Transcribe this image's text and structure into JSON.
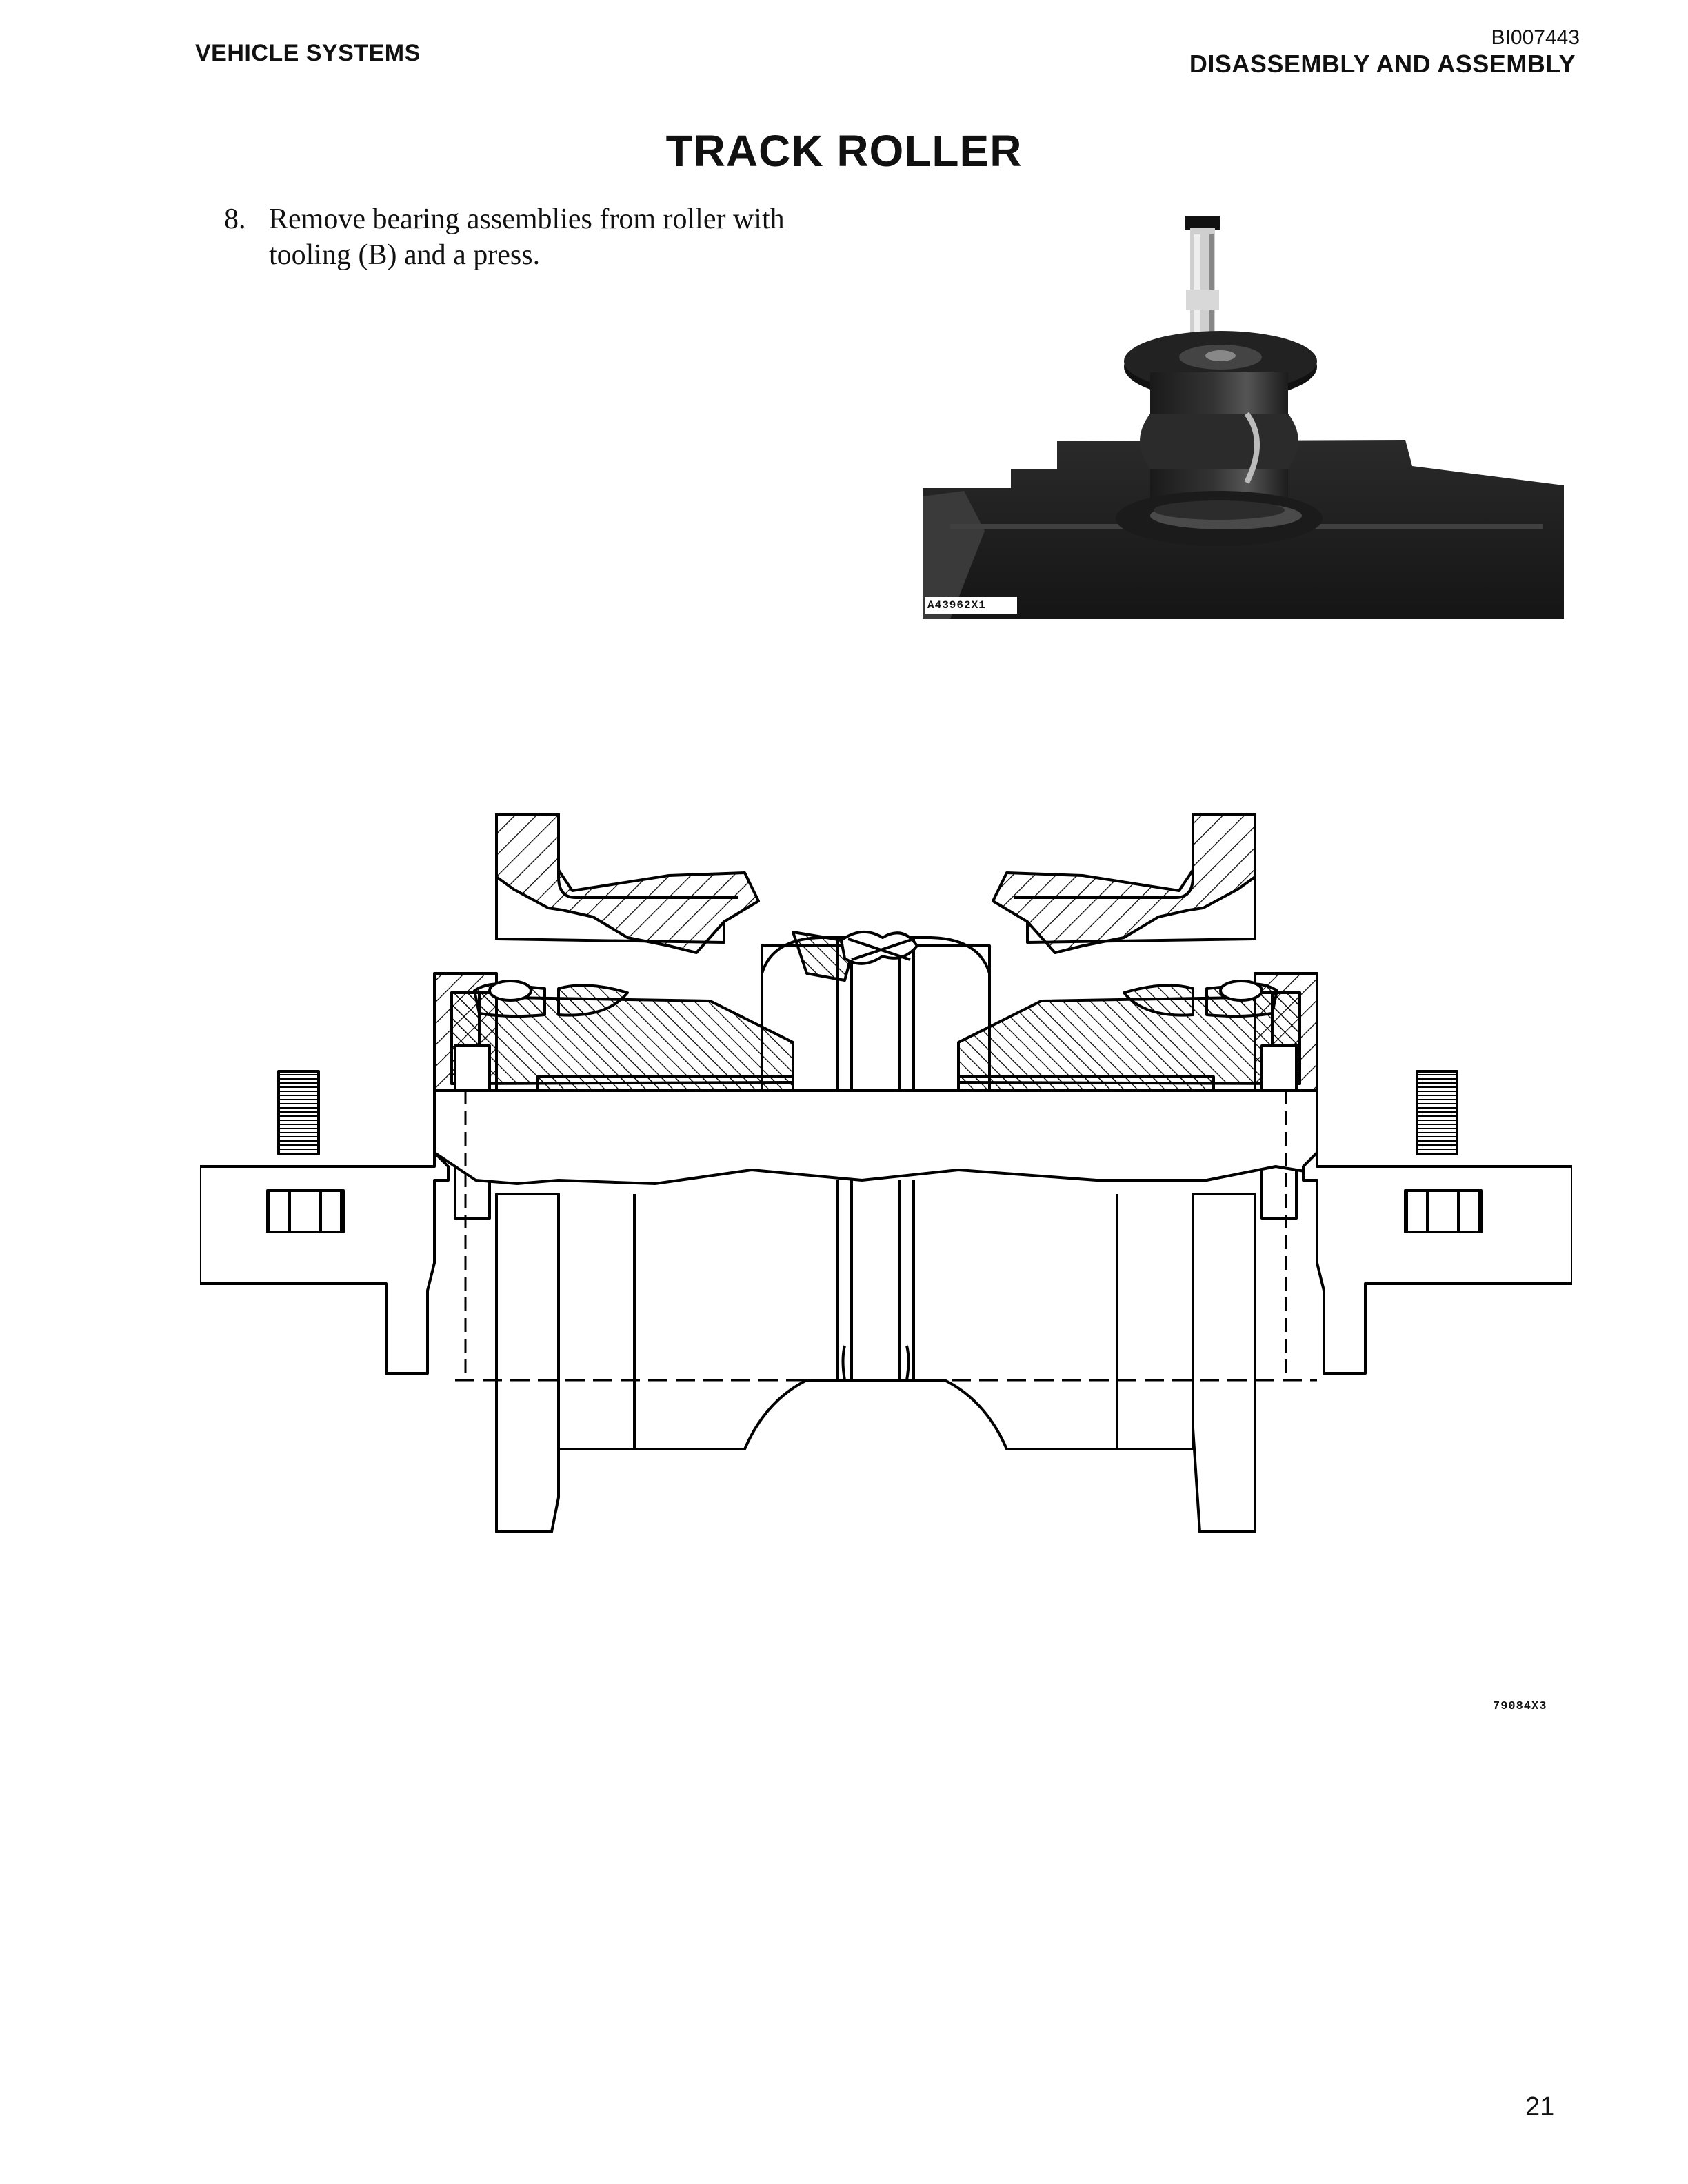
{
  "header": {
    "section": "VEHICLE SYSTEMS",
    "doc_id": "BI007443",
    "category": "DISASSEMBLY AND ASSEMBLY"
  },
  "title": "TRACK ROLLER",
  "step": {
    "number": "8.",
    "text": "Remove bearing assemblies from roller with tooling (B) and a press."
  },
  "photo": {
    "code": "A43962X1"
  },
  "drawing": {
    "code": "79084X3"
  },
  "page_number": "21"
}
